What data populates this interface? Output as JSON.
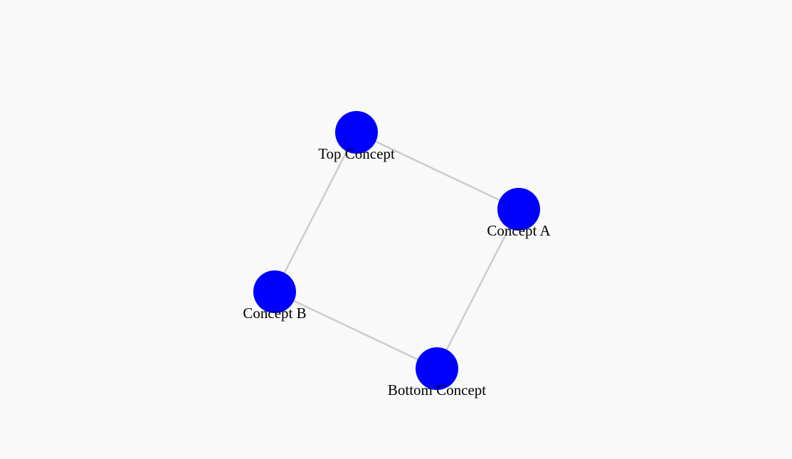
{
  "diagram": {
    "type": "graph",
    "colors": {
      "background": "#f9f9f9",
      "node_fill": "#0000ff",
      "edge_stroke": "#cccccc",
      "label_color": "#000000"
    },
    "nodes": [
      {
        "id": "top",
        "label": "Top Concept"
      },
      {
        "id": "a",
        "label": "Concept A"
      },
      {
        "id": "b",
        "label": "Concept B"
      },
      {
        "id": "bottom",
        "label": "Bottom Concept"
      }
    ],
    "edges": [
      {
        "from": "top",
        "to": "a"
      },
      {
        "from": "top",
        "to": "b"
      },
      {
        "from": "a",
        "to": "bottom"
      },
      {
        "from": "b",
        "to": "bottom"
      }
    ]
  }
}
